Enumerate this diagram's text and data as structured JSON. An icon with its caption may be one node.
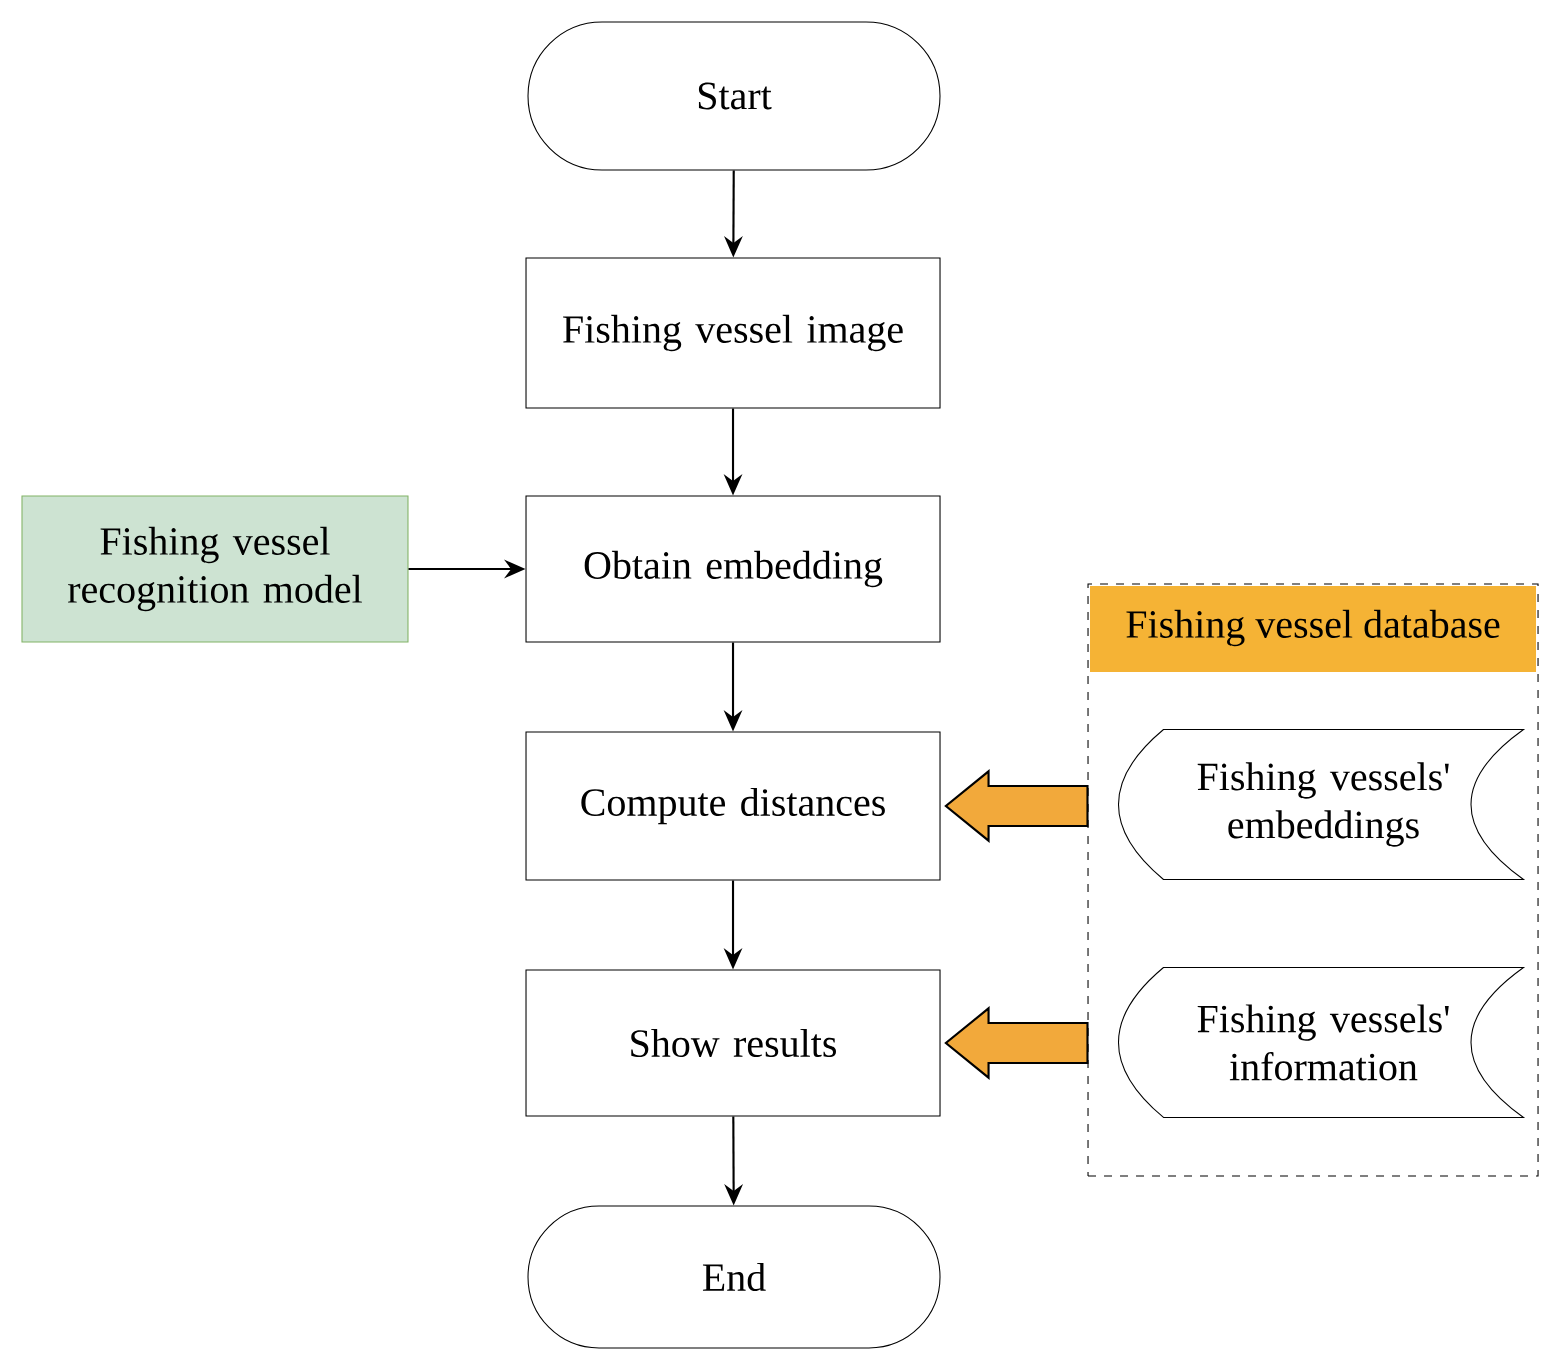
{
  "diagram": {
    "nodes": [
      {
        "text": [
          "Start"
        ]
      },
      {
        "text": [
          "Fishing vessel image"
        ]
      },
      {
        "text": [
          "Fishing vessel recognition model"
        ]
      },
      {
        "text": [
          "Obtain embedding"
        ]
      },
      {
        "text": [
          "Compute distances"
        ]
      },
      {
        "text": [
          "Show results"
        ]
      },
      {
        "text": [
          "End"
        ]
      },
      {
        "text": [
          "Fishing vessel database"
        ]
      },
      {
        "text": [
          "Fishing vessels' embeddings"
        ],
        "in": 7
      },
      {
        "text": [
          "Fishing vessels' information"
        ],
        "in": 7
      }
    ],
    "edges": [
      {
        "from": 0,
        "to": 1,
        "arrow": "to"
      },
      {
        "from": 1,
        "to": 3,
        "arrow": "to"
      },
      {
        "from": 2,
        "to": 3,
        "arrow": "to"
      },
      {
        "from": 3,
        "to": 4,
        "arrow": "to"
      },
      {
        "from": 4,
        "to": 5,
        "arrow": "to"
      },
      {
        "from": 5,
        "to": 6,
        "arrow": "to"
      },
      {
        "from": 7,
        "to": 4,
        "arrow": "to",
        "style": "thick",
        "color": "#f2a93b"
      },
      {
        "from": 7,
        "to": 5,
        "arrow": "to",
        "style": "thick",
        "color": "#f2a93b"
      }
    ]
  }
}
